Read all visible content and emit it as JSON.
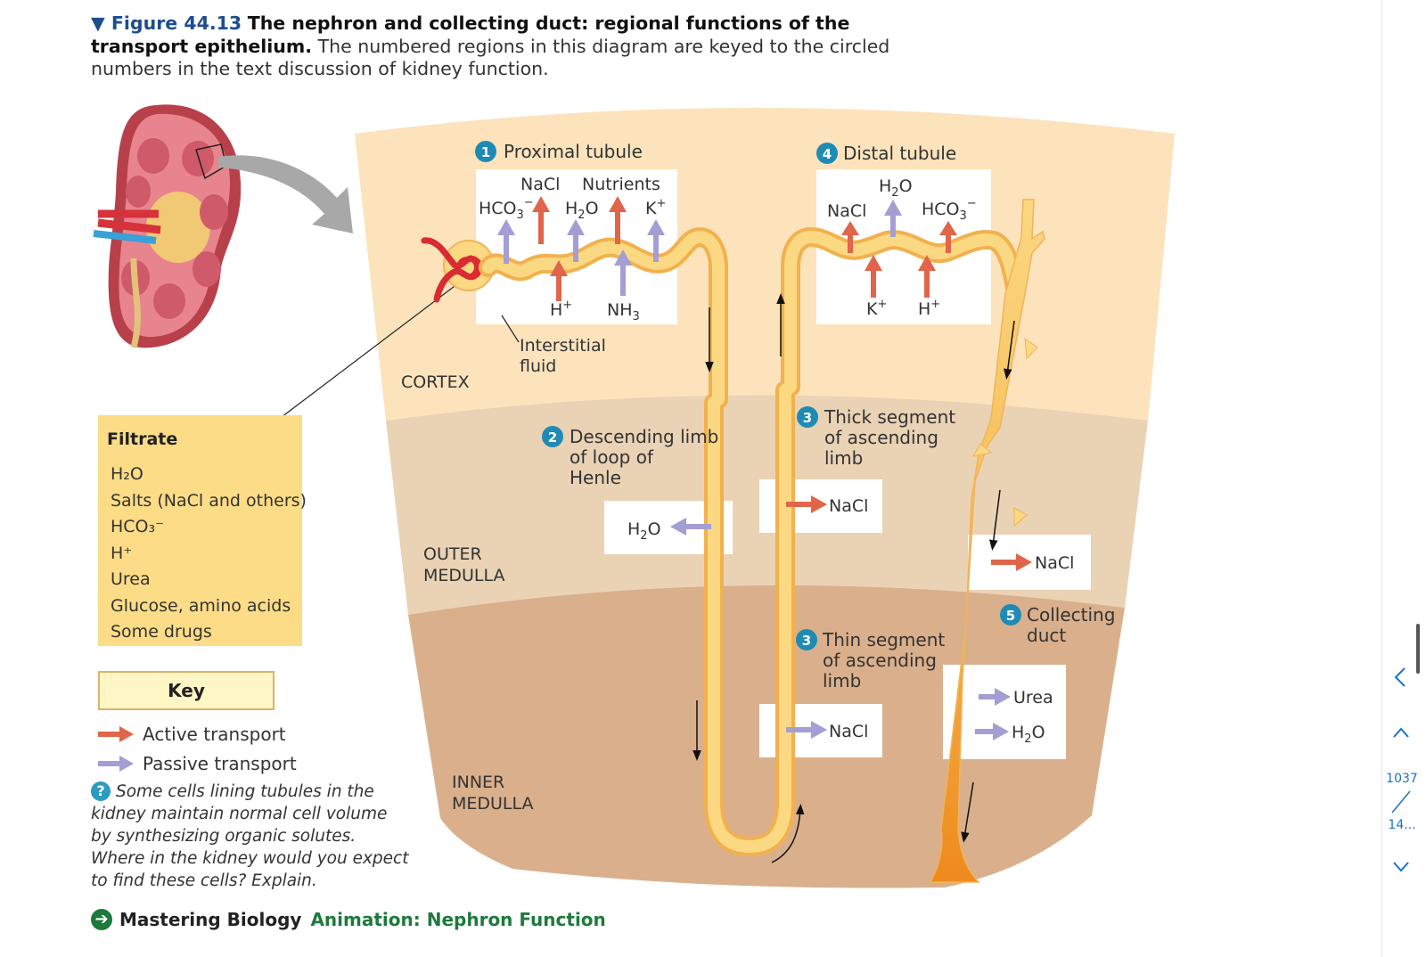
{
  "caption": {
    "figure_label": "▼ Figure 44.13",
    "title": "The nephron and collecting duct: regional functions of the transport epithelium.",
    "text": "The numbered regions in this diagram are keyed to the circled numbers in the text discussion of kidney function."
  },
  "regions": {
    "cortex": "CORTEX",
    "outer_medulla_1": "OUTER",
    "outer_medulla_2": "MEDULLA",
    "inner_medulla_1": "INNER",
    "inner_medulla_2": "MEDULLA"
  },
  "sections": {
    "s1": {
      "num": "1",
      "label": "Proximal tubule"
    },
    "s2": {
      "num": "2",
      "line1": "Descending limb",
      "line2": "of loop of",
      "line3": "Henle"
    },
    "s3a": {
      "num": "3",
      "line1": "Thick segment",
      "line2": "of ascending",
      "line3": "limb"
    },
    "s3b": {
      "num": "3",
      "line1": "Thin segment",
      "line2": "of ascending",
      "line3": "limb"
    },
    "s4": {
      "num": "4",
      "label": "Distal tubule"
    },
    "s5": {
      "num": "5",
      "line1": "Collecting",
      "line2": "duct"
    }
  },
  "interstitial": {
    "line1": "Interstitial",
    "line2": "fluid"
  },
  "proximal_box": {
    "nacl": "NaCl",
    "nutrients": "Nutrients",
    "hco3": "HCO",
    "h2o": "H",
    "k": "K",
    "h": "H",
    "nh3": "NH"
  },
  "distal_box": {
    "h2o": "H",
    "nacl": "NaCl",
    "hco3": "HCO",
    "k": "K",
    "h": "H"
  },
  "descending_box": {
    "h2o": "H"
  },
  "thick_box": {
    "nacl": "NaCl"
  },
  "thin_box": {
    "nacl": "NaCl"
  },
  "duct_nacl_box": {
    "nacl": "NaCl"
  },
  "duct_box": {
    "urea": "Urea",
    "h2o": "H"
  },
  "filtrate": {
    "title": "Filtrate",
    "items": [
      "H₂O",
      "Salts (NaCl and others)",
      "HCO₃⁻",
      "H⁺",
      "Urea",
      "Glucose, amino acids",
      "Some drugs"
    ]
  },
  "key": {
    "title": "Key",
    "active": "Active transport",
    "passive": "Passive transport"
  },
  "question": {
    "icon": "?",
    "text": "Some cells lining tubules in the kidney maintain normal cell volume by synthesizing organic solutes. Where in the kidney would you expect to find these cells? Explain."
  },
  "mastering": {
    "icon": "➔",
    "brand": "Mastering Biology",
    "link": "Animation: Nephron Function"
  },
  "nav": {
    "prev": "<",
    "up": "^",
    "page_current": "1037",
    "page_total": "14...",
    "down": "v"
  },
  "colors": {
    "active": "#e0654a",
    "passive": "#a39ed3",
    "cortex": "#fce3bc",
    "outer_medulla": "#e9d1b2",
    "inner_medulla": "#d9ad8a",
    "tubule": "#fbd47a",
    "section_num": "#1f8bb5"
  }
}
